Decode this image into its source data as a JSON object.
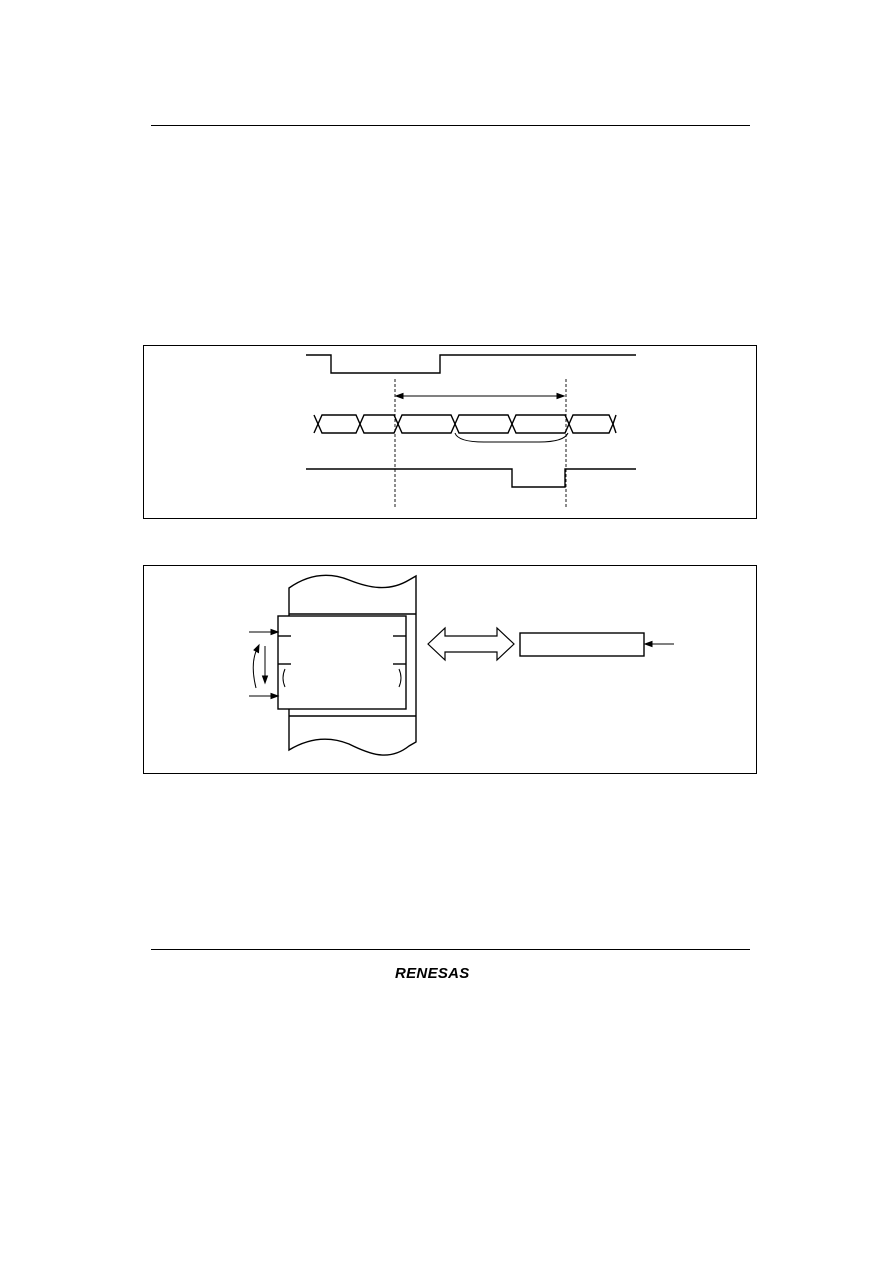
{
  "page": {
    "header_rule": "top-rule",
    "footer_rule": "bottom-rule"
  },
  "figures": [
    {
      "kind": "timing-diagram",
      "signals": [
        "strobe-low-pulse",
        "data-bus-transitions",
        "ack-low-pulse"
      ]
    },
    {
      "kind": "block-diagram",
      "parts": [
        "memory-map-section",
        "register-window",
        "bidirectional-arrow",
        "register-block",
        "input-arrow"
      ]
    }
  ],
  "footer": {
    "logo_text": "RENESAS",
    "logo_color": "#000000"
  }
}
